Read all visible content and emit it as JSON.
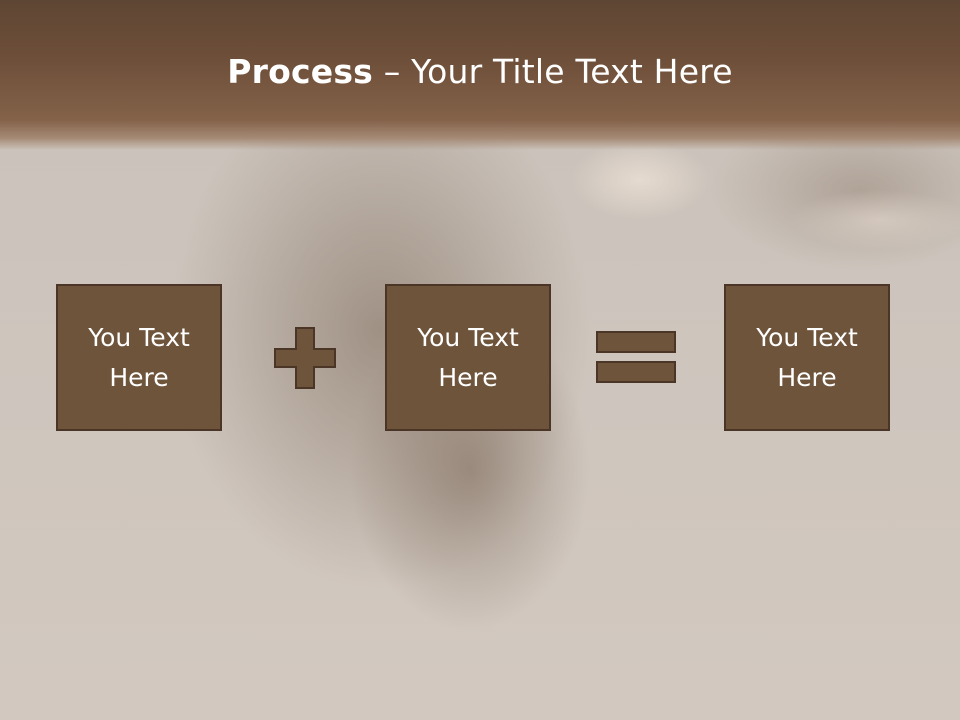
{
  "slide": {
    "title_bold": "Process",
    "title_rest": " – Your Title Text Here",
    "boxes": [
      {
        "line1": "You Text",
        "line2": "Here"
      },
      {
        "line1": "You Text",
        "line2": "Here"
      },
      {
        "line1": "You Text",
        "line2": "Here"
      }
    ],
    "operators": [
      "plus-icon",
      "equals-icon"
    ]
  },
  "colors": {
    "header": "#6e4f39",
    "box_fill": "#6f543c",
    "box_border": "#4b3526",
    "background": "#cdc5bd"
  }
}
